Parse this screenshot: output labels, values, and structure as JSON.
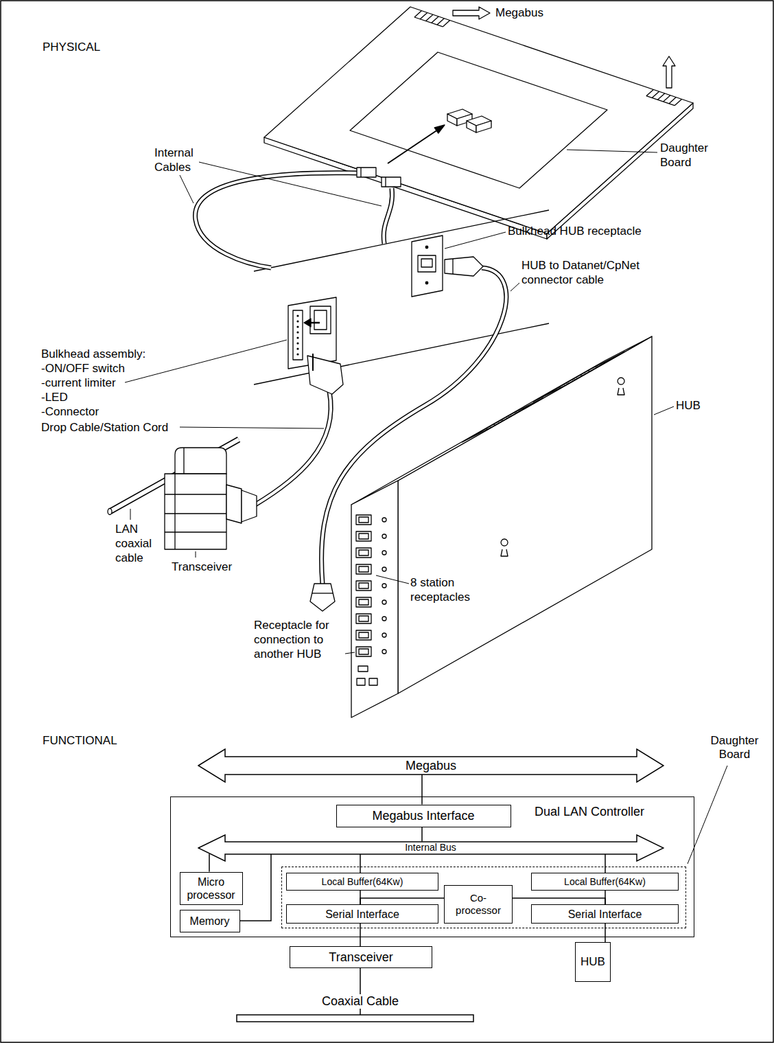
{
  "diagram": {
    "nodes": [
      {
        "text": [
          "Megabus"
        ]
      },
      {
        "text": [
          "Dual LAN Controller"
        ]
      },
      {
        "text": [
          "Megabus Interface"
        ],
        "in": 1
      },
      {
        "text": [
          "Internal Bus"
        ],
        "in": 1
      },
      {
        "text": [
          "Micro processor"
        ],
        "in": 1
      },
      {
        "text": [
          "Memory"
        ],
        "in": 1
      },
      {
        "text": [
          "Daughter Board"
        ],
        "in": 1
      },
      {
        "text": [
          "Local Buffer(64Kw)"
        ],
        "in": 6
      },
      {
        "text": [
          "Co-processor"
        ],
        "in": 6
      },
      {
        "text": [
          "Local Buffer(64Kw)"
        ],
        "in": 6
      },
      {
        "text": [
          "Serial Interface"
        ],
        "in": 6
      },
      {
        "text": [
          "Serial Interface"
        ],
        "in": 6
      },
      {
        "text": [
          "Transceiver"
        ]
      },
      {
        "text": [
          "HUB"
        ]
      }
    ],
    "edges": [
      {
        "from": 0,
        "to": 2,
        "arrow": "none"
      },
      {
        "from": 2,
        "to": 3,
        "arrow": "none"
      },
      {
        "from": 3,
        "to": 4,
        "arrow": "none"
      },
      {
        "from": 3,
        "to": 5,
        "arrow": "none"
      },
      {
        "from": 3,
        "to": 7,
        "arrow": "none"
      },
      {
        "from": 3,
        "to": 9,
        "arrow": "none"
      },
      {
        "from": 7,
        "to": 10,
        "arrow": "none"
      },
      {
        "from": 9,
        "to": 11,
        "arrow": "none"
      },
      {
        "from": 8,
        "to": 10,
        "arrow": "none"
      },
      {
        "from": 8,
        "to": 11,
        "arrow": "none"
      },
      {
        "from": 10,
        "to": 12,
        "arrow": "none"
      },
      {
        "from": 11,
        "to": 13,
        "arrow": "none"
      }
    ],
    "labels": [
      "PHYSICAL",
      "Megabus",
      "Internal Cables",
      "Daughter Board",
      "Bulkhead HUB receptacle",
      "HUB to Datanet/CpNet connector cable",
      "Bulkhead assembly:",
      "-ON/OFF switch",
      "-current limiter",
      "-LED",
      "-Connector",
      "Drop Cable/Station Cord",
      "HUB",
      "8 station receptacles",
      "LAN coaxial cable",
      "Transceiver",
      "Receptacle for connection to another HUB",
      "FUNCTIONAL",
      "Coaxial Cable"
    ]
  }
}
